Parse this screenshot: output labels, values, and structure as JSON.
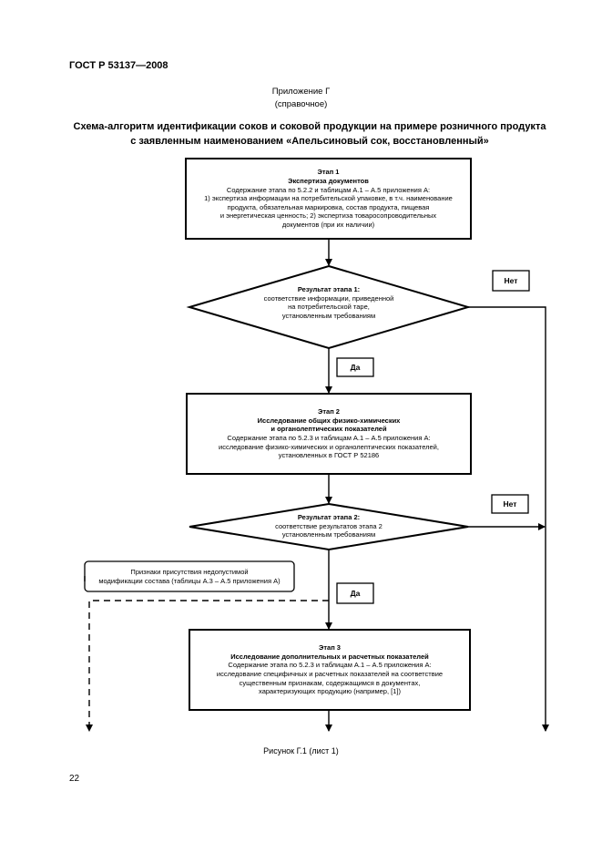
{
  "header": {
    "standard": "ГОСТ Р 53137—2008"
  },
  "annex": {
    "title": "Приложение Г",
    "status": "(справочное)"
  },
  "figure_title": {
    "line1": "Схема-алгоритм идентификации соков и соковой продукции на примере розничного продукта",
    "line2": "с заявленным наименованием «Апельсиновый сок, восстановленный»"
  },
  "stage1": {
    "title": "Этап 1",
    "subtitle": "Экспертиза документов",
    "line1": "Содержание этапа по 5.2.2 и таблицам А.1 – А.5 приложения А:",
    "line2": "1) экспертиза информации на потребительской упаковке, в т.ч. наименование",
    "line3": "продукта, обязательная маркировка, состав продукта, пищевая",
    "line4": "и энергетическая ценность; 2) экспертиза товаросопроводительных",
    "line5": "документов (при их наличии)"
  },
  "decision1": {
    "title": "Результат этапа 1:",
    "line1": "соответствие информации, приведенной",
    "line2": "на потребительской таре,",
    "line3": "установленным требованиям"
  },
  "no1": "Нет",
  "yes1": "Да",
  "stage2": {
    "title": "Этап 2",
    "line1": "Исследование общих физико-химических",
    "line2": "и органолептических показателей",
    "line3": "Содержание этапа по 5.2.3 и таблицам А.1 – А.5 приложения А:",
    "line4": "исследование физико-химических и органолептических показателей,",
    "line5": "установленных в ГОСТ Р 52186"
  },
  "decision2": {
    "title": "Результат этапа 2:",
    "line1": "соответствие результатов этапа 2",
    "line2": "установленным требованиям"
  },
  "no2": "Нет",
  "yes2": "Да",
  "note": {
    "line1": "Признаки присутствия недопустимой",
    "line2": "модификации состава (таблицы А.3 – А.5 приложения А)"
  },
  "stage3": {
    "title": "Этап 3",
    "line1": "Исследование дополнительных и расчетных показателей",
    "line2": "Содержание этапа по 5.2.3 и таблицам А.1 – А.5 приложения А:",
    "line3": "исследование специфичных и расчетных показателей на соответствие",
    "line4": "существенным признакам, содержащимся в документах,",
    "line5": "характеризующих продукцию (например, [1])"
  },
  "caption": "Рисунок Г.1 (лист 1)",
  "page_number": "22"
}
